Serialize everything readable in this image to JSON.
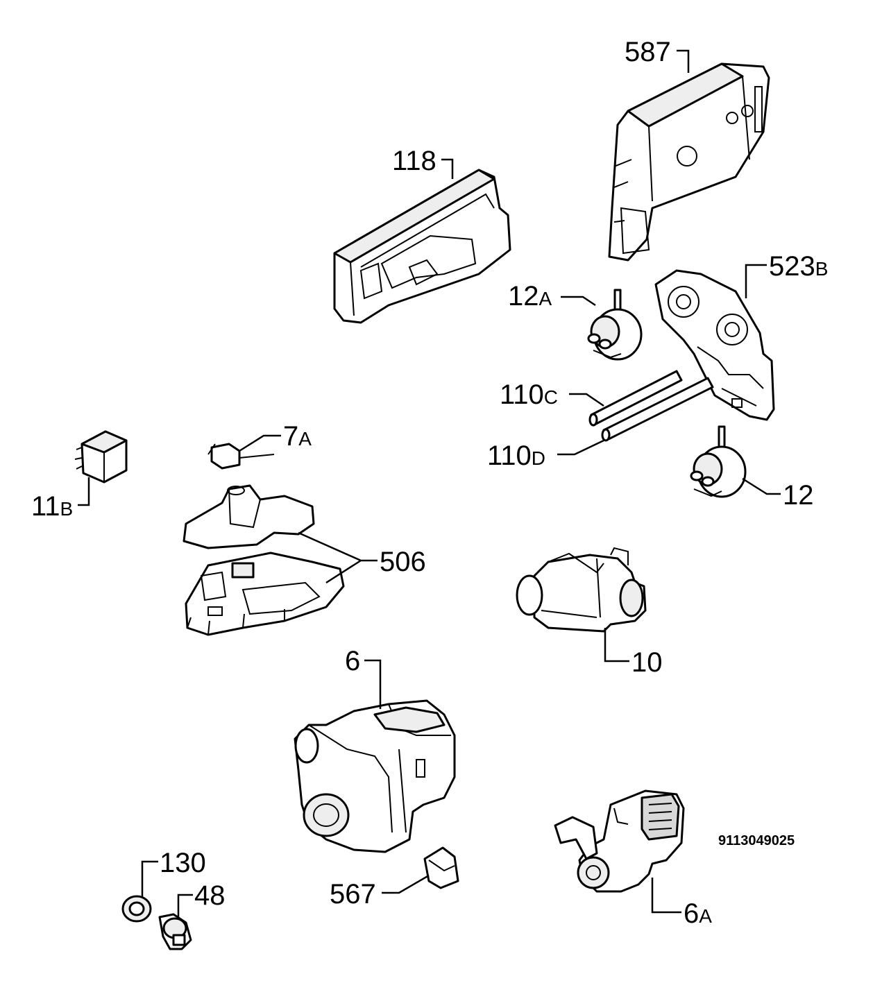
{
  "diagram_code": "9113049025",
  "labels": {
    "l587": {
      "main": "587",
      "suffix": ""
    },
    "l118": {
      "main": "118",
      "suffix": ""
    },
    "l523b": {
      "main": "523",
      "suffix": "B"
    },
    "l12a": {
      "main": "12",
      "suffix": "A"
    },
    "l110c": {
      "main": "110",
      "suffix": "C"
    },
    "l110d": {
      "main": "110",
      "suffix": "D"
    },
    "l7a": {
      "main": "7",
      "suffix": "A"
    },
    "l11b": {
      "main": "11",
      "suffix": "B"
    },
    "l12": {
      "main": "12",
      "suffix": ""
    },
    "l506": {
      "main": "506",
      "suffix": ""
    },
    "l10": {
      "main": "10",
      "suffix": ""
    },
    "l6": {
      "main": "6",
      "suffix": ""
    },
    "l130": {
      "main": "130",
      "suffix": ""
    },
    "l48": {
      "main": "48",
      "suffix": ""
    },
    "l567": {
      "main": "567",
      "suffix": ""
    },
    "l6a": {
      "main": "6",
      "suffix": "A"
    }
  }
}
